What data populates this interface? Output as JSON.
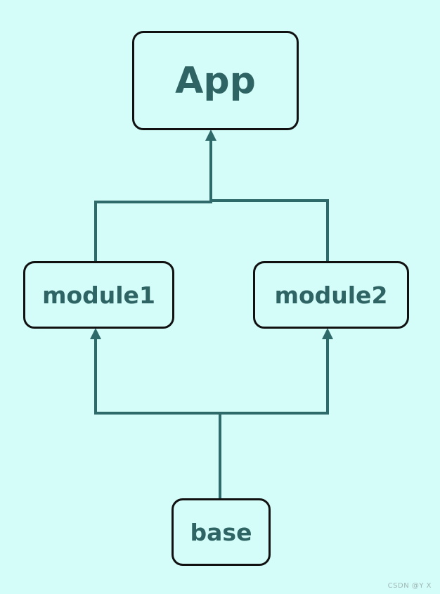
{
  "nodes": {
    "app": "App",
    "module1": "module1",
    "module2": "module2",
    "base": "base"
  },
  "watermark": "CSDN @Y  X",
  "colors": {
    "background": "#d4fcf8",
    "text": "#2e6464",
    "border": "#111111",
    "connector": "#2e6a6a"
  },
  "edges": [
    {
      "from": "module1",
      "to": "app"
    },
    {
      "from": "module2",
      "to": "app"
    },
    {
      "from": "base",
      "to": "module1"
    },
    {
      "from": "base",
      "to": "module2"
    }
  ]
}
